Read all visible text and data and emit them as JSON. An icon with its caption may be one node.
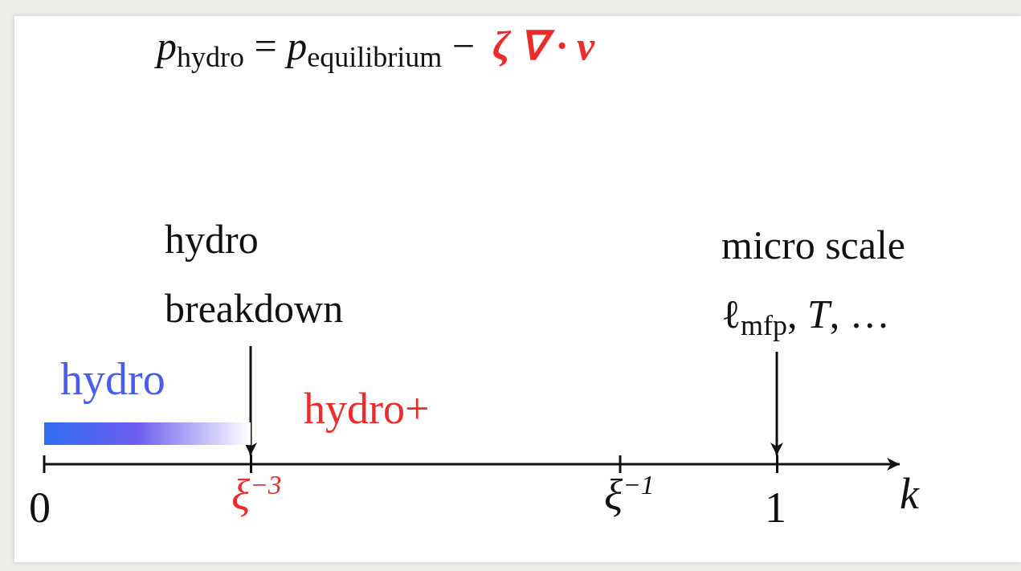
{
  "diagram": {
    "nodes": [
      {
        "text": [
          "hydro breakdown"
        ]
      },
      {
        "text": [
          "micro scale",
          "ℓ$_{mfp}$, *T*, …"
        ]
      },
      {
        "text": [],
        "shape": "bar",
        "beside": [
          "hydro"
        ]
      },
      {
        "text": [],
        "shape": "bar"
      },
      {
        "text": [],
        "shape": "bar"
      }
    ],
    "edges": [
      {
        "from": 0,
        "to": 3,
        "arrow": "to"
      },
      {
        "from": 1,
        "to": 4,
        "arrow": "to"
      }
    ],
    "labels": [
      "*p*$_{hydro}$ = *p*$_{equilibrium}$ −",
      "ζ ∇ · v",
      "hydro+",
      "0",
      "ξ$^{−3}$",
      "ξ$^{−1}$",
      "1",
      "*k*"
    ]
  }
}
